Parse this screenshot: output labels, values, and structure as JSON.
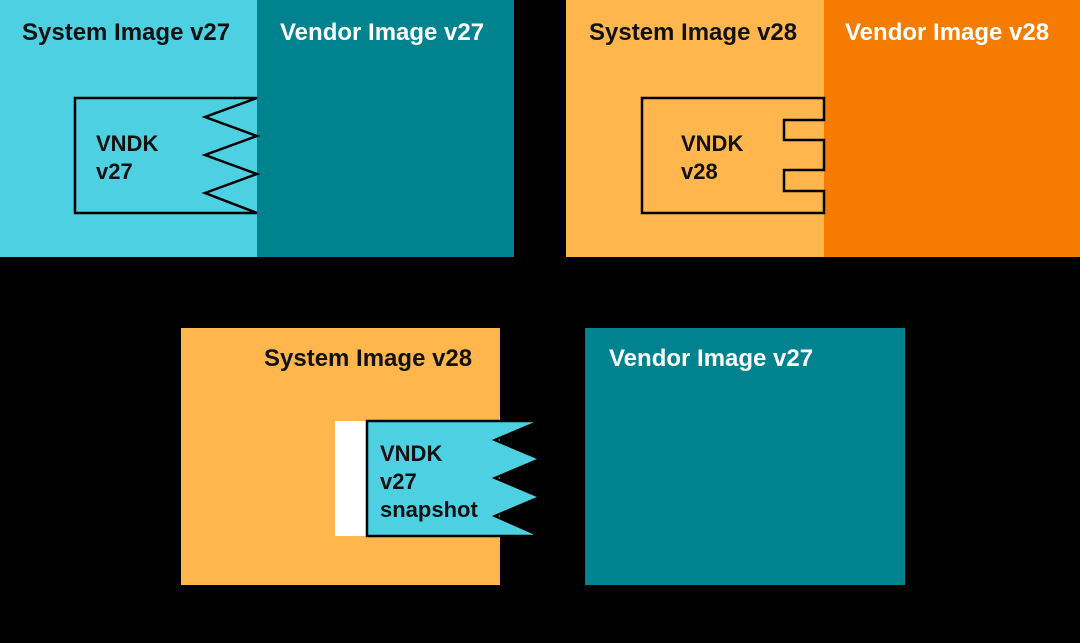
{
  "colors": {
    "background": "#000000",
    "system_v27": "#4dd0e1",
    "vendor_v27": "#00838f",
    "system_v28": "#ffb74d",
    "vendor_v28": "#f57c00",
    "vndk_v27": "#4dd0e1",
    "vndk_v28": "#ffb74d",
    "outline": "#000000",
    "gap": "#ffffff",
    "text_dark": "#111111",
    "text_light": "#ffffff"
  },
  "panels": {
    "top_left": {
      "system_label": "System Image v27",
      "vendor_label": "Vendor Image v27",
      "vndk_lines": [
        "VNDK",
        "v27"
      ]
    },
    "top_right": {
      "system_label": "System Image v28",
      "vendor_label": "Vendor Image v28",
      "vndk_lines": [
        "VNDK",
        "v28"
      ]
    },
    "bottom": {
      "system_label": "System Image v28",
      "vendor_label": "Vendor Image v27",
      "vndk_lines": [
        "VNDK",
        "v27",
        "snapshot"
      ]
    }
  }
}
